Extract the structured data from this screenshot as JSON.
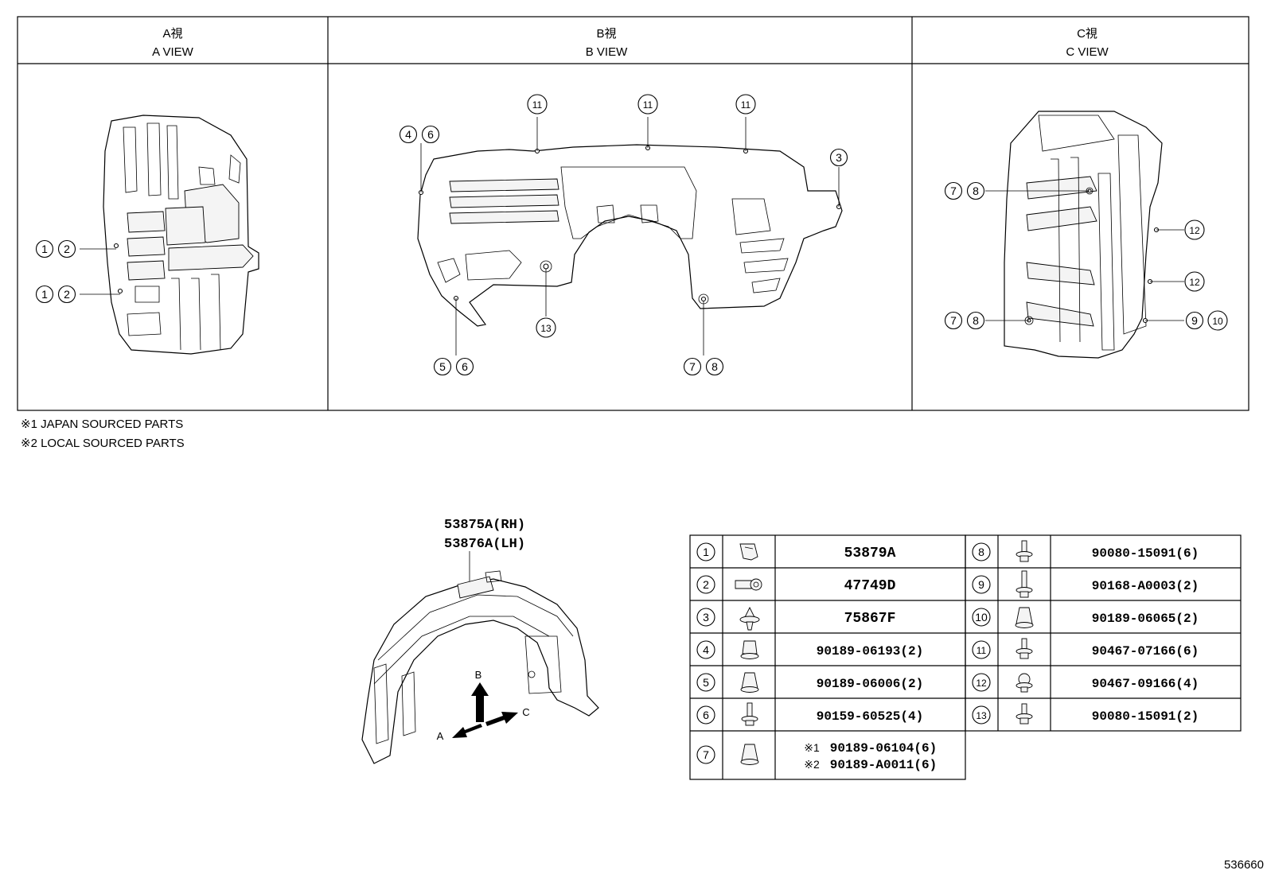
{
  "views": [
    {
      "jp": "A視",
      "en": "A VIEW"
    },
    {
      "jp": "B視",
      "en": "B VIEW"
    },
    {
      "jp": "C視",
      "en": "C VIEW"
    }
  ],
  "notes": [
    "※1 JAPAN SOURCED PARTS",
    "※2 LOCAL SOURCED PARTS"
  ],
  "callout_numbers": [
    "1",
    "2",
    "3",
    "4",
    "5",
    "6",
    "7",
    "8",
    "9",
    "10",
    "11",
    "12",
    "13"
  ],
  "assembly": {
    "rh": "53875A(RH)",
    "lh": "53876A(LH)"
  },
  "arrows": {
    "a": "A",
    "b": "B",
    "c": "C"
  },
  "parts_table": {
    "left": [
      {
        "no": "1",
        "icon": "clip-icon",
        "part": "53879A"
      },
      {
        "no": "2",
        "icon": "grommet-icon",
        "part": "47749D"
      },
      {
        "no": "3",
        "icon": "push-rivet-icon",
        "part": "75867F"
      },
      {
        "no": "4",
        "icon": "nut-clip-icon",
        "part": "90189-06193(2)"
      },
      {
        "no": "5",
        "icon": "clip-nut-icon",
        "part": "90189-06006(2)"
      },
      {
        "no": "6",
        "icon": "screw-icon",
        "part": "90159-60525(4)"
      },
      {
        "no": "7",
        "icon": "cap-nut-icon",
        "part": "",
        "part_lines": [
          {
            "mark": "※1",
            "part": "90189-06104(6)"
          },
          {
            "mark": "※2",
            "part": "90189-A0011(6)"
          }
        ]
      }
    ],
    "right": [
      {
        "no": "8",
        "icon": "screw-grommet-icon",
        "part": "90080-15091(6)"
      },
      {
        "no": "9",
        "icon": "long-screw-icon",
        "part": "90168-A0003(2)"
      },
      {
        "no": "10",
        "icon": "cap-nut-icon",
        "part": "90189-06065(2)"
      },
      {
        "no": "11",
        "icon": "screw-grommet-icon",
        "part": "90467-07166(6)"
      },
      {
        "no": "12",
        "icon": "clip-icon",
        "part": "90467-09166(4)"
      },
      {
        "no": "13",
        "icon": "screw-grommet-icon",
        "part": "90080-15091(2)"
      }
    ]
  },
  "figure_id": "536660"
}
